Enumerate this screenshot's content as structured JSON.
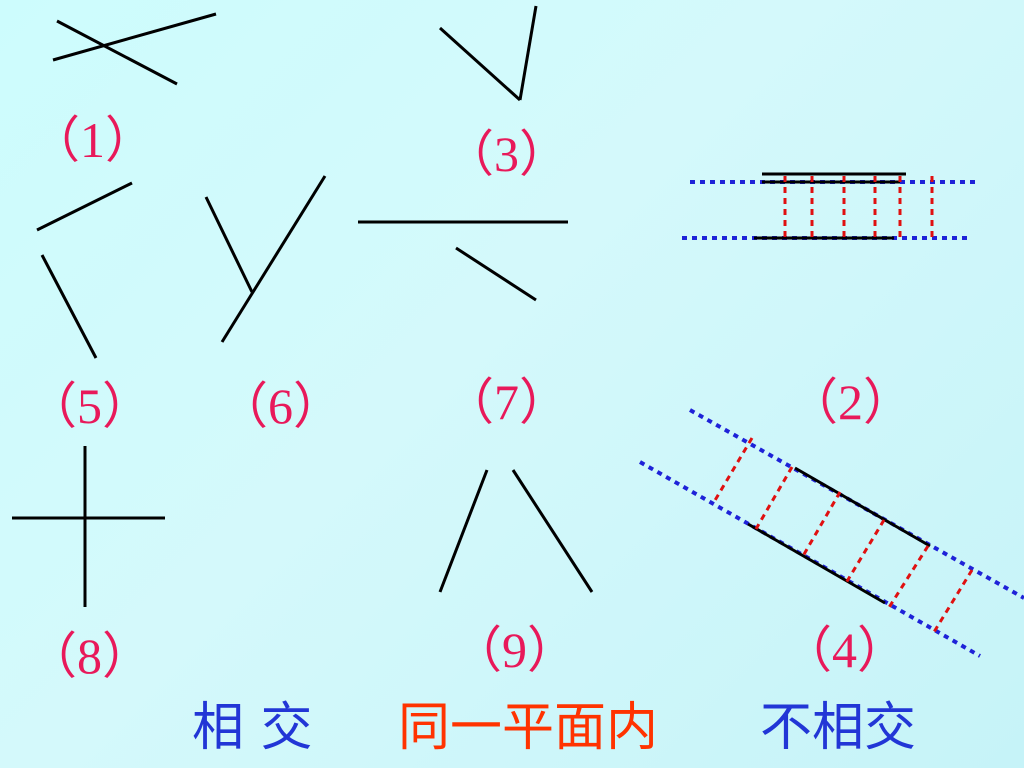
{
  "labels": {
    "fig1": "（1）",
    "fig2": "（2）",
    "fig3": "（3）",
    "fig4": "（4）",
    "fig5": "（5）",
    "fig6": "（6）",
    "fig7": "（7）",
    "fig8": "（8）",
    "fig9": "（9）"
  },
  "captions": {
    "intersect": "相 交",
    "same_plane": "同一平面内",
    "not_intersect": "不相交"
  },
  "colors": {
    "background": "#cdfcfd",
    "label": "#e8195a",
    "segment": "#000000",
    "parallel_guide": "#1e22d8",
    "distance_marker": "#e01010",
    "caption_intersect": "#2236d6",
    "caption_same_plane": "#ff3300",
    "caption_not_intersect": "#2236d6"
  }
}
